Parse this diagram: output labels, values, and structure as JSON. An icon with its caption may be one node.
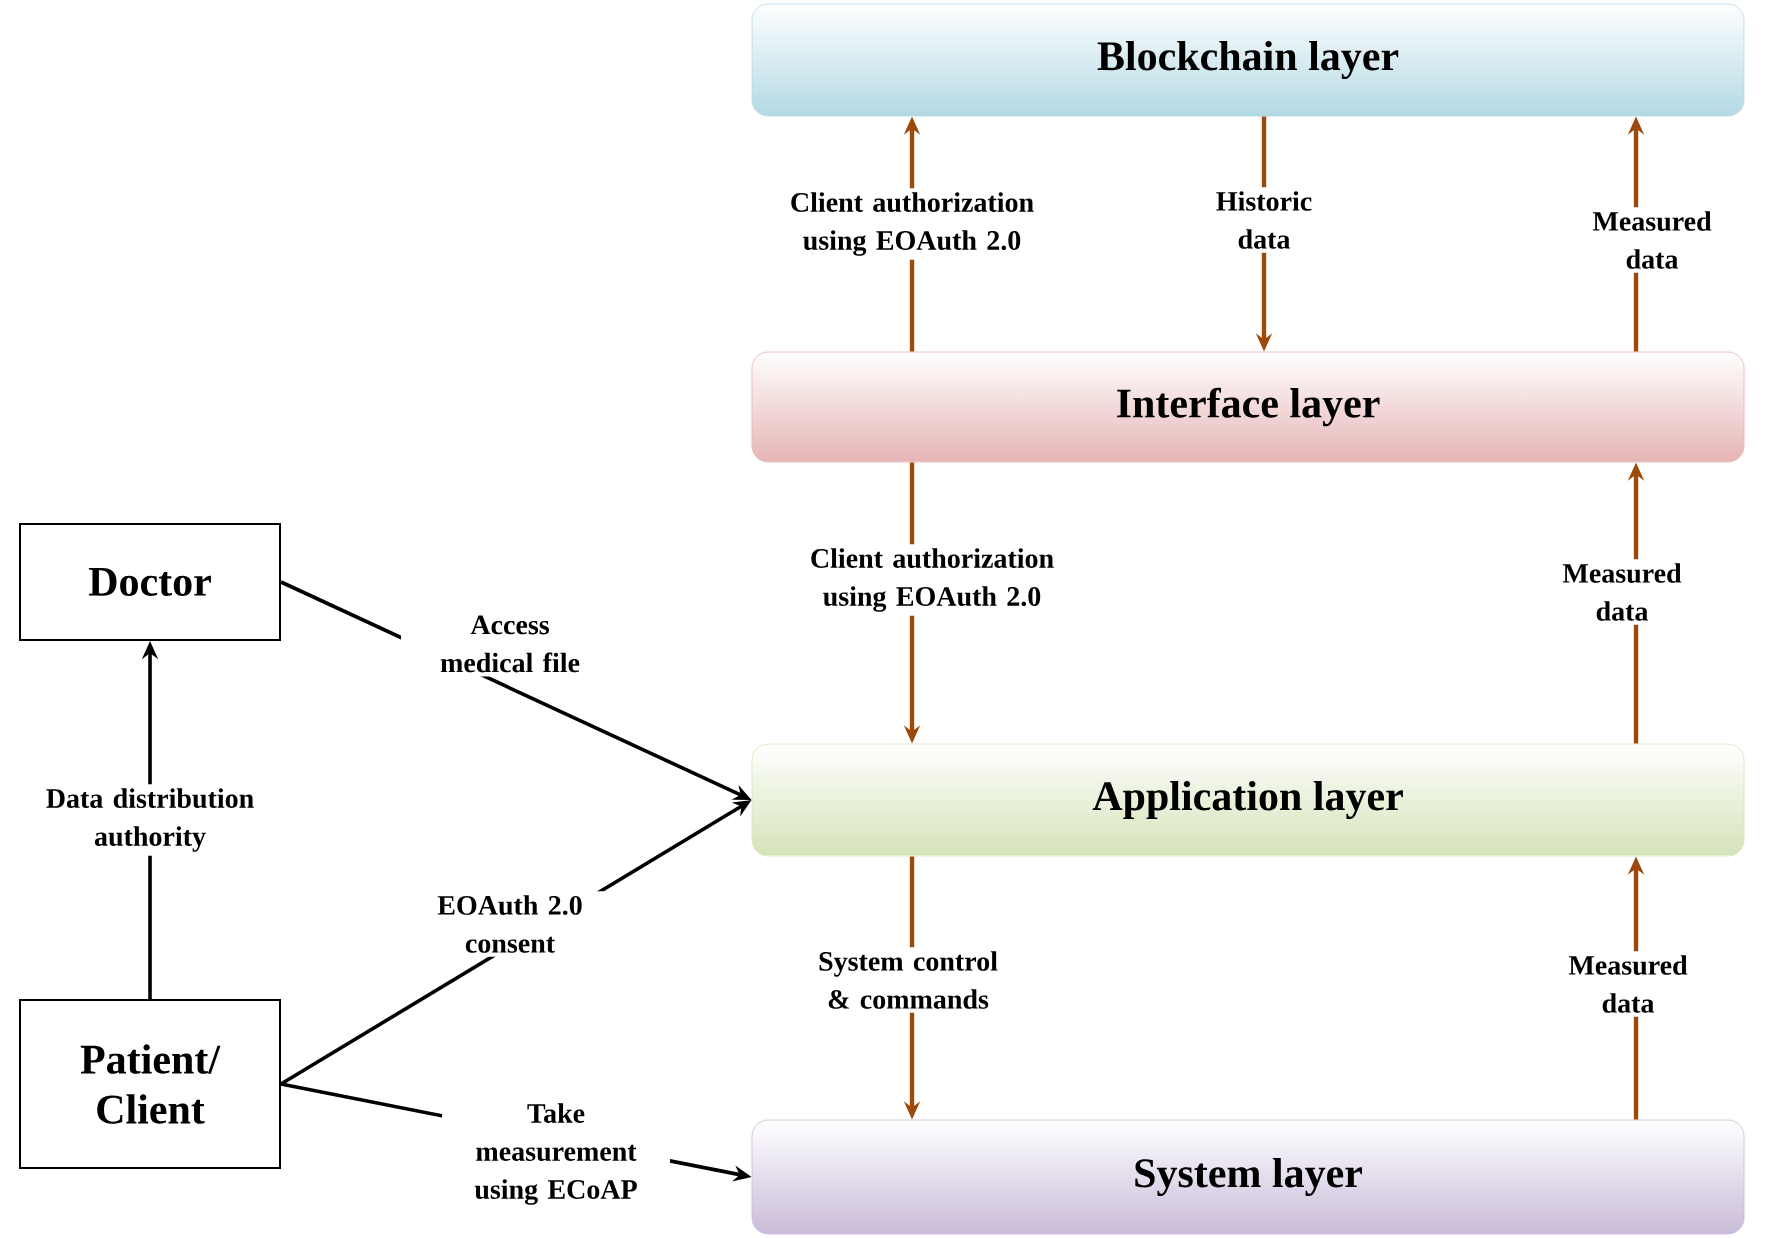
{
  "diagram": {
    "nodes": [
      {
        "text": [
          "Blockchain layer"
        ]
      },
      {
        "text": [
          "Interface layer"
        ]
      },
      {
        "text": [
          "Application layer"
        ]
      },
      {
        "text": [
          "System layer"
        ]
      },
      {
        "text": [
          "Doctor"
        ]
      },
      {
        "text": [
          "Patient/ Client"
        ]
      }
    ],
    "edges": [
      {
        "from": 1,
        "to": 0,
        "arrow": "to",
        "label": "Client authorization using EOAuth 2.0"
      },
      {
        "from": 0,
        "to": 1,
        "arrow": "to",
        "label": "Historic data"
      },
      {
        "from": 1,
        "to": 0,
        "arrow": "to",
        "label": "Measured data"
      },
      {
        "from": 1,
        "to": 2,
        "arrow": "to",
        "label": "Client authorization using EOAuth 2.0"
      },
      {
        "from": 2,
        "to": 1,
        "arrow": "to",
        "label": "Measured data"
      },
      {
        "from": 2,
        "to": 3,
        "arrow": "to",
        "label": "System control & commands"
      },
      {
        "from": 3,
        "to": 2,
        "arrow": "to",
        "label": "Measured data"
      },
      {
        "from": 5,
        "to": 4,
        "arrow": "to",
        "label": "Data distribution authority",
        "color": "#000000"
      },
      {
        "from": 4,
        "to": 2,
        "arrow": "to",
        "label": "Access medical file",
        "color": "#000000"
      },
      {
        "from": 5,
        "to": 2,
        "arrow": "to",
        "label": "EOAuth 2.0 consent",
        "color": "#000000"
      },
      {
        "from": 5,
        "to": 3,
        "arrow": "to",
        "label": "Take measurement using ECoAP",
        "color": "#000000"
      }
    ]
  }
}
